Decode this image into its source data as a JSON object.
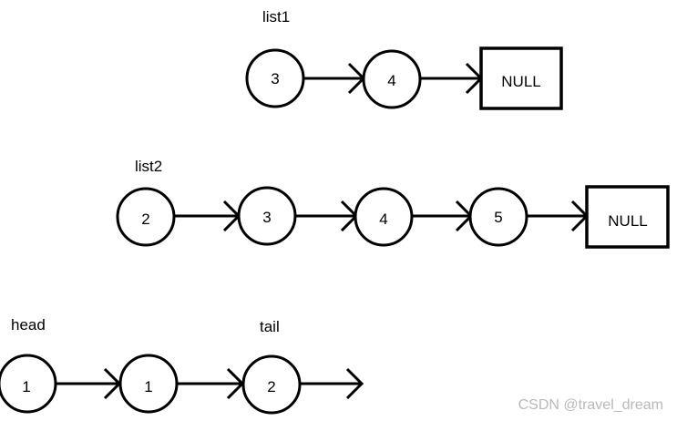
{
  "colors": {
    "stroke": "#000000",
    "background": "#ffffff",
    "watermark": "#b9b9b9"
  },
  "list1": {
    "label": "list1",
    "nodes": [
      "3",
      "4"
    ],
    "terminator": "NULL"
  },
  "list2": {
    "label": "list2",
    "nodes": [
      "2",
      "3",
      "4",
      "5"
    ],
    "terminator": "NULL"
  },
  "merged": {
    "head_label": "head",
    "tail_label": "tail",
    "nodes": [
      "1",
      "1",
      "2"
    ]
  },
  "watermark": "CSDN @travel_dream"
}
